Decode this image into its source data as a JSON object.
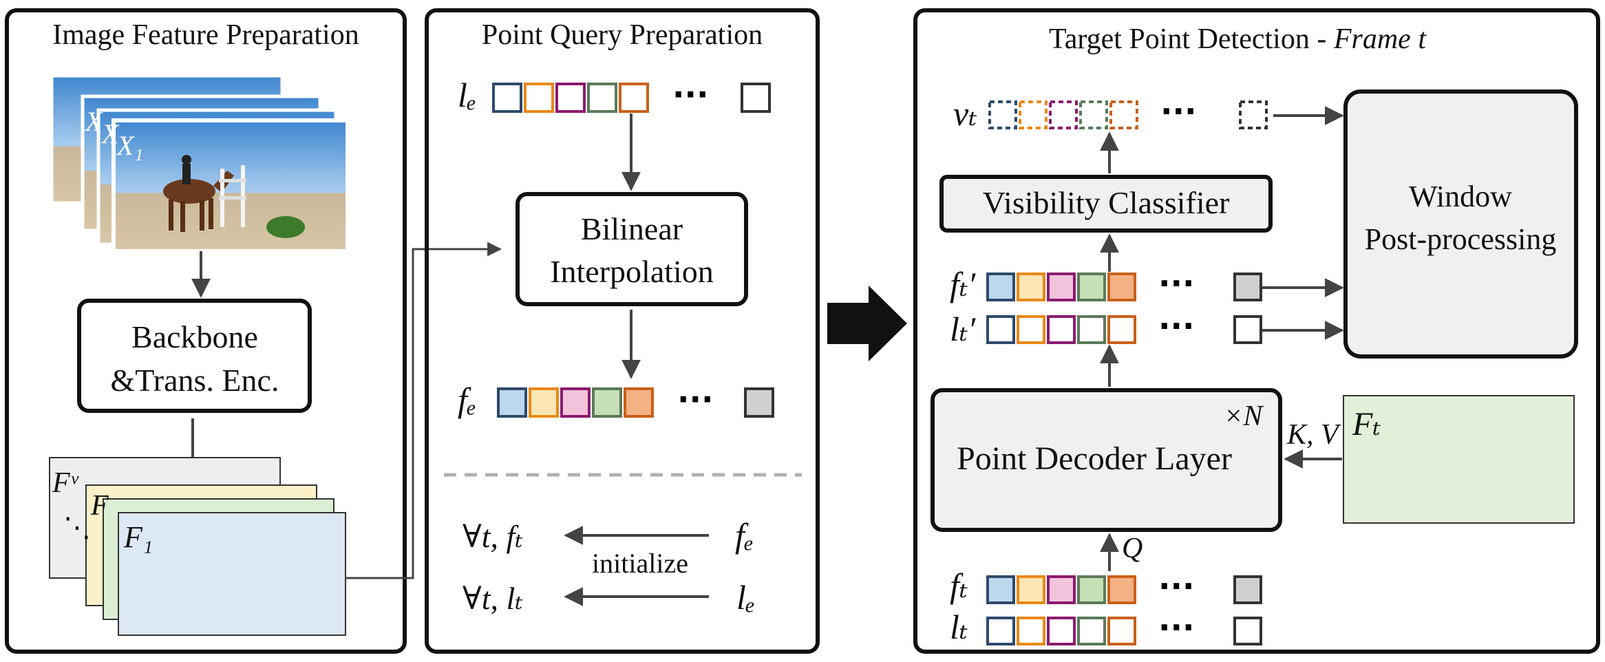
{
  "panels": {
    "image_feature": {
      "title": "Image Feature Preparation",
      "frame_labels": [
        "X",
        "X",
        "X₁"
      ],
      "backbone_label_line1": "Backbone",
      "backbone_label_line2": "&Trans. Enc.",
      "feature_labels": [
        "Fᵛ",
        "F",
        "F₁"
      ],
      "ellipsis": "⋱"
    },
    "point_query": {
      "title": "Point Query Preparation",
      "le_label": "lₑ",
      "fe_label": "fₑ",
      "bilinear_line1": "Bilinear",
      "bilinear_line2": "Interpolation",
      "init_rows": [
        {
          "left": "∀t, fₜ",
          "right": "fₑ"
        },
        {
          "left": "∀t, lₜ",
          "right": "lₑ"
        }
      ],
      "init_label": "initialize"
    },
    "target_detection": {
      "title_prefix": "Target Point Detection - ",
      "title_italic": "Frame t",
      "vt_label": "vₜ",
      "visibility_label": "Visibility Classifier",
      "ftp_label": "fₜ′",
      "ltp_label": "lₜ′",
      "decoder_label": "Point Decoder Layer",
      "times_n": "×N",
      "kv_label": "K, V",
      "ft_feature_label": "Fₜ",
      "q_label": "Q",
      "ft_label": "fₜ",
      "lt_label": "lₜ",
      "window_line1": "Window",
      "window_line2": "Post-processing"
    }
  },
  "dots": "···",
  "colors": {
    "token_strokes": [
      "#2e4a6b",
      "#e8891a",
      "#8b1a6e",
      "#5a7a5a",
      "#c8601a"
    ],
    "token_fills": [
      "#bdd7ee",
      "#fce5b3",
      "#f2c4dc",
      "#c5e0b4",
      "#f4b183"
    ],
    "last_fill": "#d0d0d0",
    "feature_stack": [
      "#eeeeee",
      "#fbf0c8",
      "#dcefd4",
      "#dde8f5"
    ],
    "ft_feature_fill": "#e2efd9",
    "box_fill_gray": "#f0f0f0",
    "dash_divider": "#b0b0b0"
  }
}
